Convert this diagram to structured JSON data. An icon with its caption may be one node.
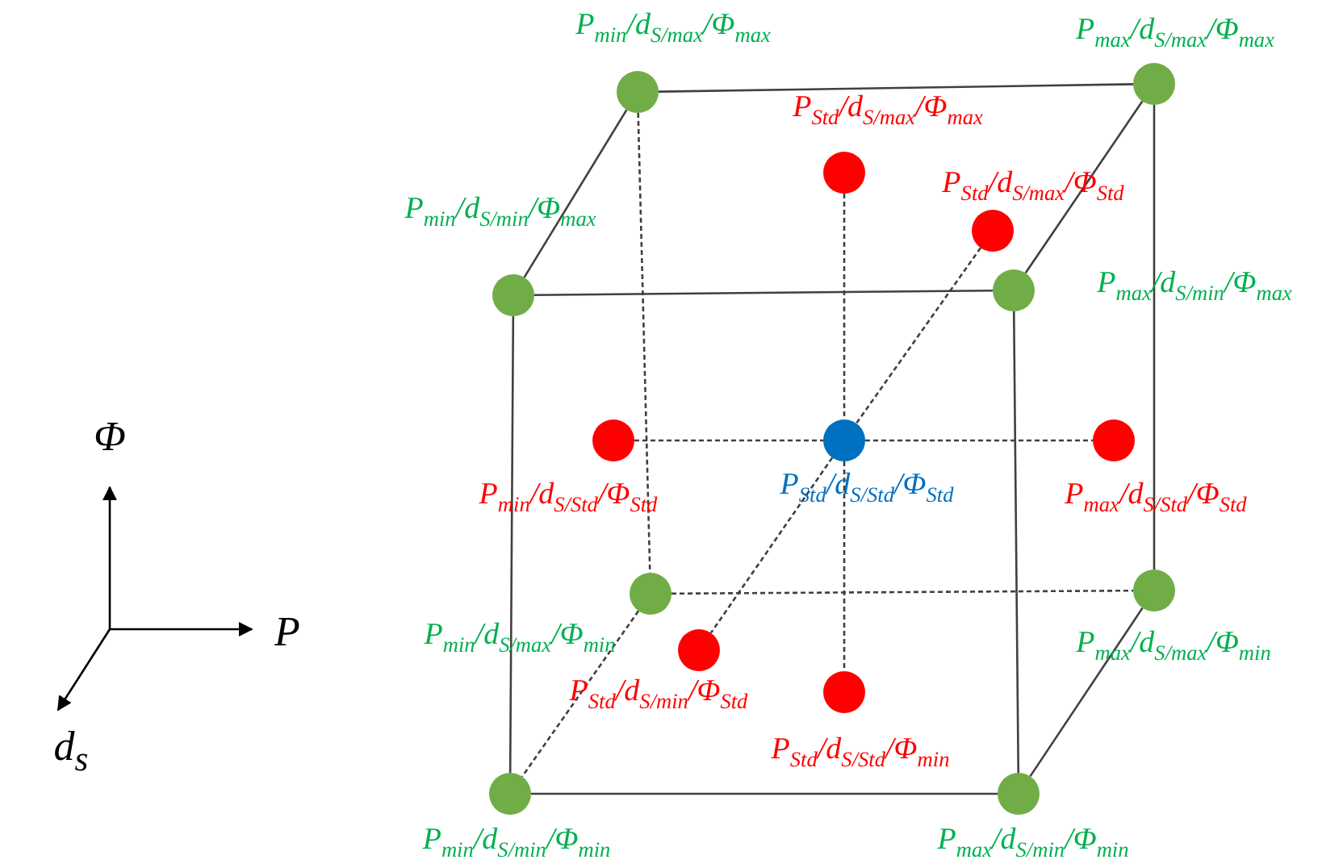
{
  "diagram": {
    "nodes": [
      {
        "text": [],
        "shape": "circle",
        "beside": [
          "P$_{min}$/d$_{S/max}$/Φ$_{max}$"
        ]
      },
      {
        "text": [],
        "shape": "circle",
        "beside": [
          "P$_{max}$/d$_{S/max}$/Φ$_{max}$"
        ]
      },
      {
        "text": [],
        "shape": "circle",
        "beside": [
          "P$_{Std}$/d$_{S/max}$/Φ$_{max}$"
        ]
      },
      {
        "text": [],
        "shape": "circle",
        "beside": [
          "P$_{Std}$/d$_{S/max}$/Φ$_{Std}$"
        ]
      },
      {
        "text": [],
        "shape": "circle",
        "beside": [
          "P$_{min}$/d$_{S/min}$/Φ$_{max}$"
        ]
      },
      {
        "text": [],
        "shape": "circle",
        "beside": [
          "P$_{max}$/d$_{S/min}$/Φ$_{max}$"
        ]
      },
      {
        "text": [],
        "shape": "circle",
        "beside": [
          "P$_{min}$/d$_{S/Std}$/Φ$_{Std}$"
        ]
      },
      {
        "text": [],
        "shape": "circle",
        "beside": [
          "P$_{Std}$/d$_{S/Std}$/Φ$_{Std}$"
        ]
      },
      {
        "text": [],
        "shape": "circle",
        "beside": [
          "P$_{max}$/d$_{S/Std}$/Φ$_{Std}$"
        ]
      },
      {
        "text": [],
        "shape": "circle",
        "beside": [
          "P$_{min}$/d$_{S/max}$/Φ$_{min}$"
        ]
      },
      {
        "text": [],
        "shape": "circle",
        "beside": [
          "P$_{max}$/d$_{S/max}$/Φ$_{min}$"
        ]
      },
      {
        "text": [],
        "shape": "circle",
        "beside": [
          "P$_{Std}$/d$_{S/min}$/Φ$_{Std}$"
        ]
      },
      {
        "text": [],
        "shape": "circle",
        "beside": [
          "P$_{Std}$/d$_{S/Std}$/Φ$_{min}$"
        ]
      },
      {
        "text": [],
        "shape": "circle",
        "beside": [
          "P$_{min}$/d$_{S/min}$/Φ$_{min}$"
        ]
      },
      {
        "text": [],
        "shape": "circle",
        "beside": [
          "P$_{max}$/d$_{S/min}$/Φ$_{min}$"
        ]
      }
    ],
    "edges": [
      {
        "from": 0,
        "to": 1,
        "arrow": "none"
      },
      {
        "from": 0,
        "to": 4,
        "arrow": "none"
      },
      {
        "from": 1,
        "to": 5,
        "arrow": "none"
      },
      {
        "from": 1,
        "to": 10,
        "arrow": "none"
      },
      {
        "from": 4,
        "to": 5,
        "arrow": "none"
      },
      {
        "from": 4,
        "to": 13,
        "arrow": "none"
      },
      {
        "from": 5,
        "to": 14,
        "arrow": "none"
      },
      {
        "from": 13,
        "to": 14,
        "arrow": "none"
      },
      {
        "from": 10,
        "to": 14,
        "arrow": "none"
      },
      {
        "from": 0,
        "to": 9,
        "arrow": "none",
        "style": "dashed"
      },
      {
        "from": 9,
        "to": 10,
        "arrow": "none",
        "style": "dashed"
      },
      {
        "from": 9,
        "to": 13,
        "arrow": "none",
        "style": "dashed"
      },
      {
        "from": 6,
        "to": 7,
        "arrow": "none",
        "style": "dashed"
      },
      {
        "from": 7,
        "to": 8,
        "arrow": "none",
        "style": "dashed"
      },
      {
        "from": 2,
        "to": 7,
        "arrow": "none",
        "style": "dashed"
      },
      {
        "from": 7,
        "to": 12,
        "arrow": "none",
        "style": "dashed"
      },
      {
        "from": 3,
        "to": 7,
        "arrow": "none",
        "style": "dashed"
      },
      {
        "from": 7,
        "to": 11,
        "arrow": "none",
        "style": "dashed"
      }
    ],
    "labels": [
      "Φ",
      "P",
      "d$_{s}$"
    ]
  }
}
